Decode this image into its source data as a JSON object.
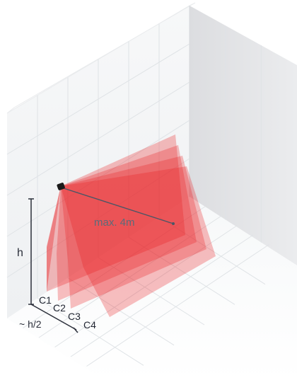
{
  "diagram": {
    "range_label": "max. 4m",
    "height_label": "h",
    "offset_label": "~ h/2",
    "curtains": [
      {
        "label": "C1"
      },
      {
        "label": "C2"
      },
      {
        "label": "C3"
      },
      {
        "label": "C4"
      }
    ],
    "colors": {
      "curtain": "#e8191e",
      "grid_line": "#dfe3e6",
      "wall_light": "#f4f5f6",
      "wall_side": "#e7e8ea",
      "floor": "#fbfcfc",
      "dimension_line": "#2b2f3a",
      "range_text": "#5b6b7a",
      "sensor": "#1a1a1a"
    }
  }
}
